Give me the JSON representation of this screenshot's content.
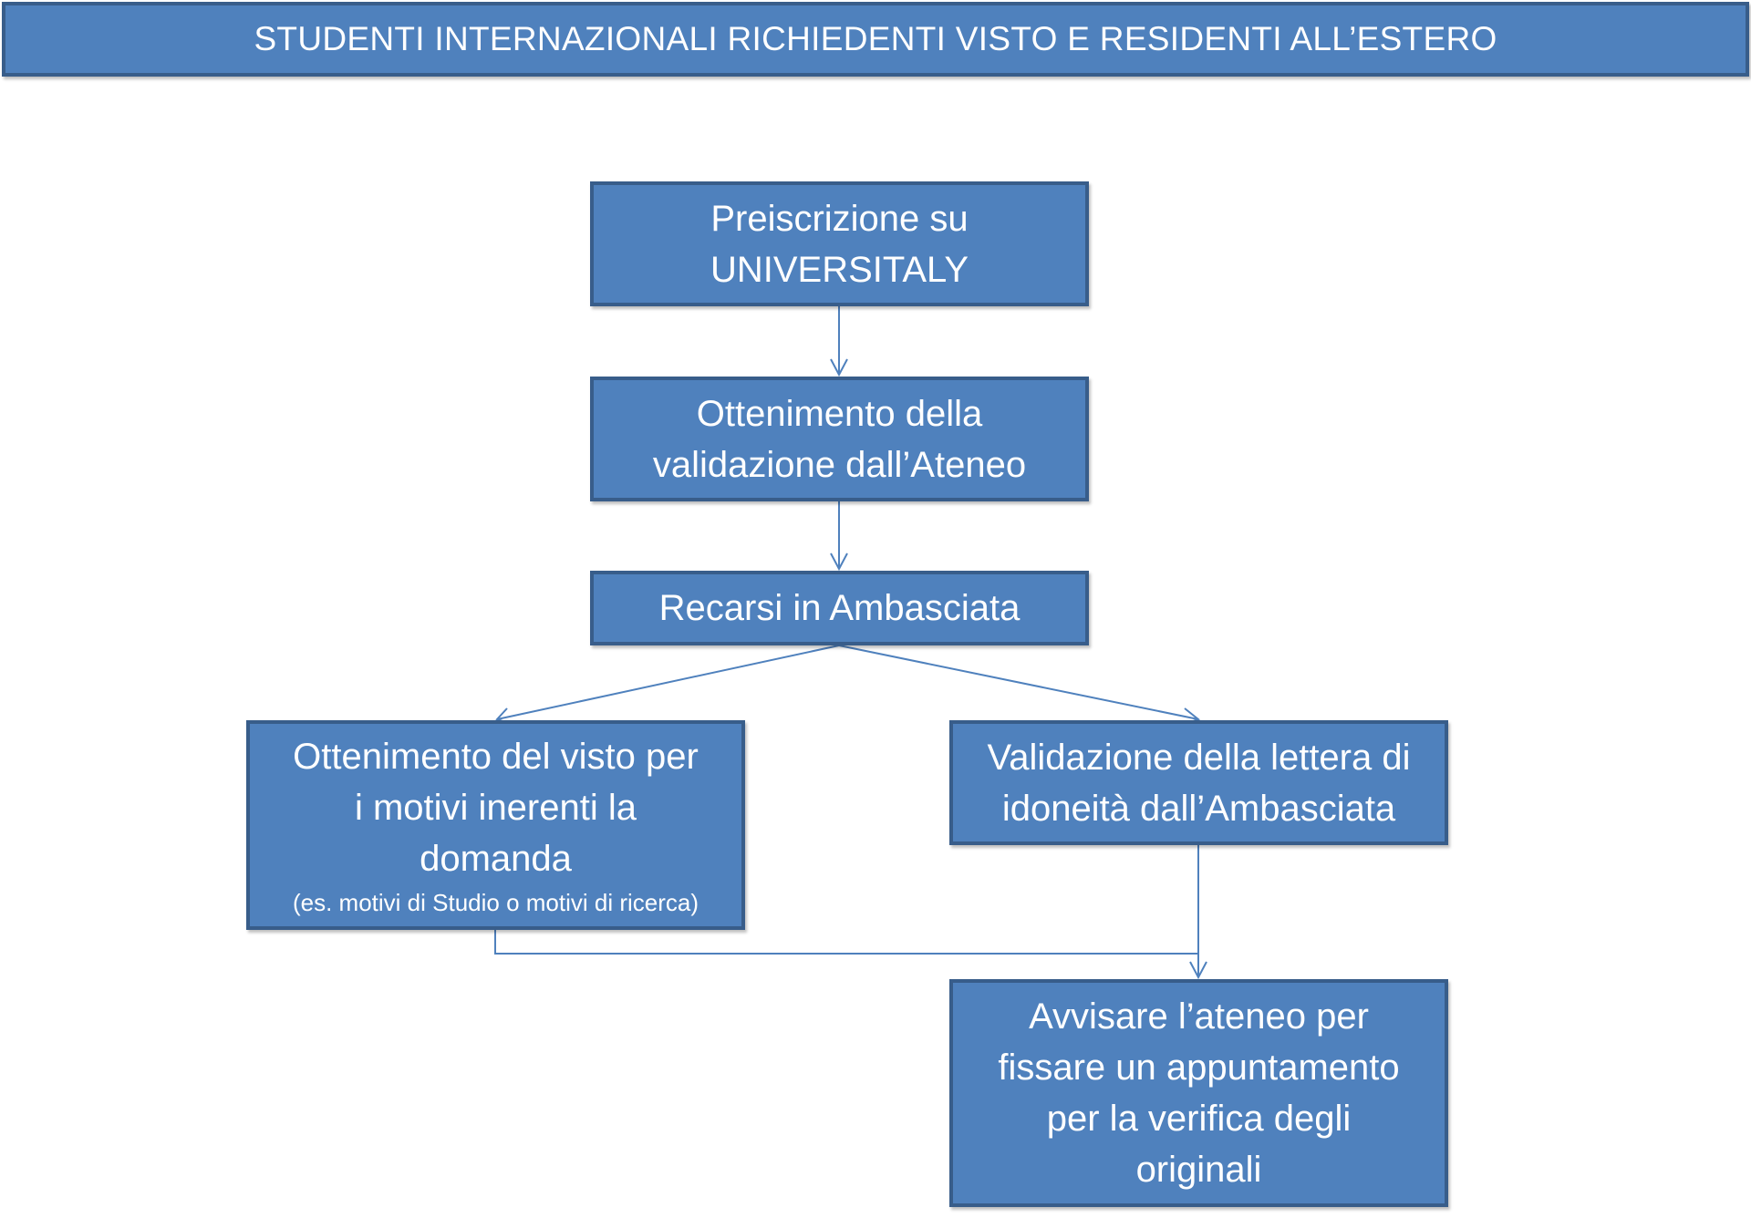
{
  "title": "STUDENTI INTERNAZIONALI RICHIEDENTI VISTO E RESIDENTI ALL’ESTERO",
  "colors": {
    "box_fill": "#4F81BD",
    "box_border": "#385D8A",
    "connector": "#4F81BD",
    "text": "#FFFFFF"
  },
  "nodes": {
    "preiscrizione": {
      "lines": [
        "Preiscrizione su",
        "UNIVERSITALY"
      ]
    },
    "validazione_ateneo": {
      "lines": [
        "Ottenimento della",
        "validazione dall’Ateneo"
      ]
    },
    "ambasciata": {
      "lines": [
        "Recarsi in Ambasciata"
      ]
    },
    "visto": {
      "lines": [
        "Ottenimento del visto per",
        "i motivi inerenti la",
        "domanda"
      ],
      "note": "(es. motivi di Studio o motivi di ricerca)"
    },
    "lettera": {
      "lines": [
        "Validazione della lettera di",
        "idoneità dall’Ambasciata"
      ]
    },
    "avvisare": {
      "lines": [
        "Avvisare l’ateneo per",
        "fissare un appuntamento",
        "per la verifica degli",
        "originali"
      ]
    }
  },
  "edges": [
    {
      "from": "preiscrizione",
      "to": "validazione_ateneo"
    },
    {
      "from": "validazione_ateneo",
      "to": "ambasciata"
    },
    {
      "from": "ambasciata",
      "to": "visto"
    },
    {
      "from": "ambasciata",
      "to": "lettera"
    },
    {
      "from": "lettera",
      "to": "avvisare"
    },
    {
      "from": "visto",
      "to": "avvisare"
    }
  ]
}
